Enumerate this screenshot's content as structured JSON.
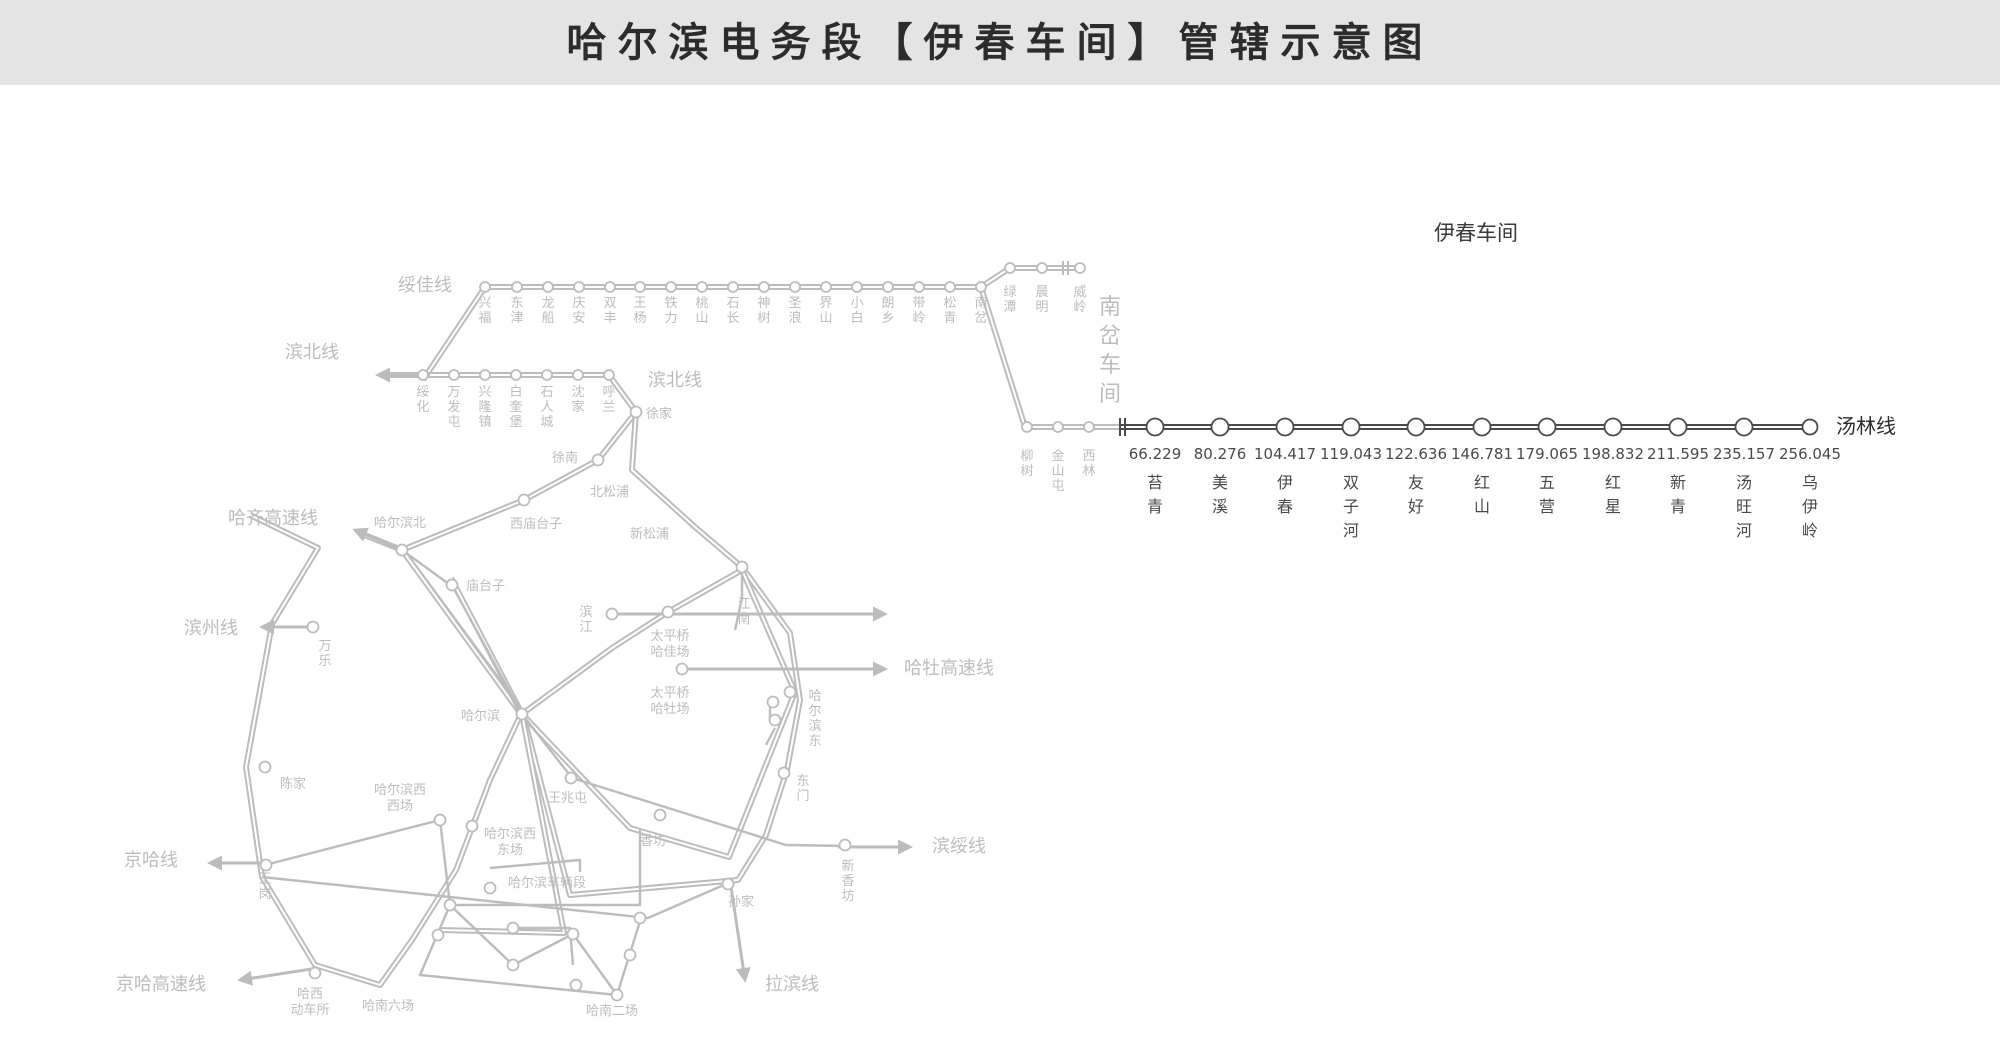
{
  "title": "哈尔滨电务段【伊春车间】管辖示意图",
  "workshop_label": "伊春车间",
  "nancha_label": "南岔车间",
  "colors": {
    "gray": "#bcbcbc",
    "dark": "#4a4a4a",
    "header_bg": "#e4e4e4"
  },
  "line_labels": [
    "绥佳线",
    "滨北线",
    "滨北线",
    "哈齐高速线",
    "滨州线",
    "哈牡高速线",
    "京哈线",
    "滨绥线",
    "京哈高速线",
    "拉滨线",
    "汤林线"
  ],
  "gray_stations": [
    "兴福",
    "东津",
    "龙船",
    "庆安",
    "双丰",
    "王杨",
    "铁力",
    "桃山",
    "石长",
    "神树",
    "圣浪",
    "界山",
    "小白",
    "朗乡",
    "带岭",
    "松青",
    "南岔",
    "绿潭",
    "晨明",
    "威岭",
    "绥化",
    "万发屯",
    "兴隆镇",
    "白奎堡",
    "石人城",
    "沈家",
    "呼兰",
    "徐家",
    "徐南",
    "北松浦",
    "西庙台子",
    "哈尔滨北",
    "庙台子",
    "新松浦",
    "滨江",
    "江南",
    "太平桥哈佳场",
    "太平桥哈牡场",
    "哈尔滨东",
    "哈尔滨",
    "万乐",
    "陈家",
    "哈尔滨西西场",
    "哈尔滨西东场",
    "王兆屯",
    "东门",
    "香坊",
    "新香坊",
    "王岗",
    "哈尔滨车辆段",
    "孙家",
    "哈西动车所",
    "哈南六场",
    "哈南二场",
    "柳树",
    "金山屯",
    "西林"
  ],
  "tanglin_stations": [
    {
      "km": "66.229",
      "name": "苔青"
    },
    {
      "km": "80.276",
      "name": "美溪"
    },
    {
      "km": "104.417",
      "name": "伊春"
    },
    {
      "km": "119.043",
      "name": "双子河"
    },
    {
      "km": "122.636",
      "name": "友好"
    },
    {
      "km": "146.781",
      "name": "红山"
    },
    {
      "km": "179.065",
      "name": "五营"
    },
    {
      "km": "198.832",
      "name": "红星"
    },
    {
      "km": "211.595",
      "name": "新青"
    },
    {
      "km": "235.157",
      "name": "汤旺河"
    },
    {
      "km": "256.045",
      "name": "乌伊岭"
    }
  ]
}
